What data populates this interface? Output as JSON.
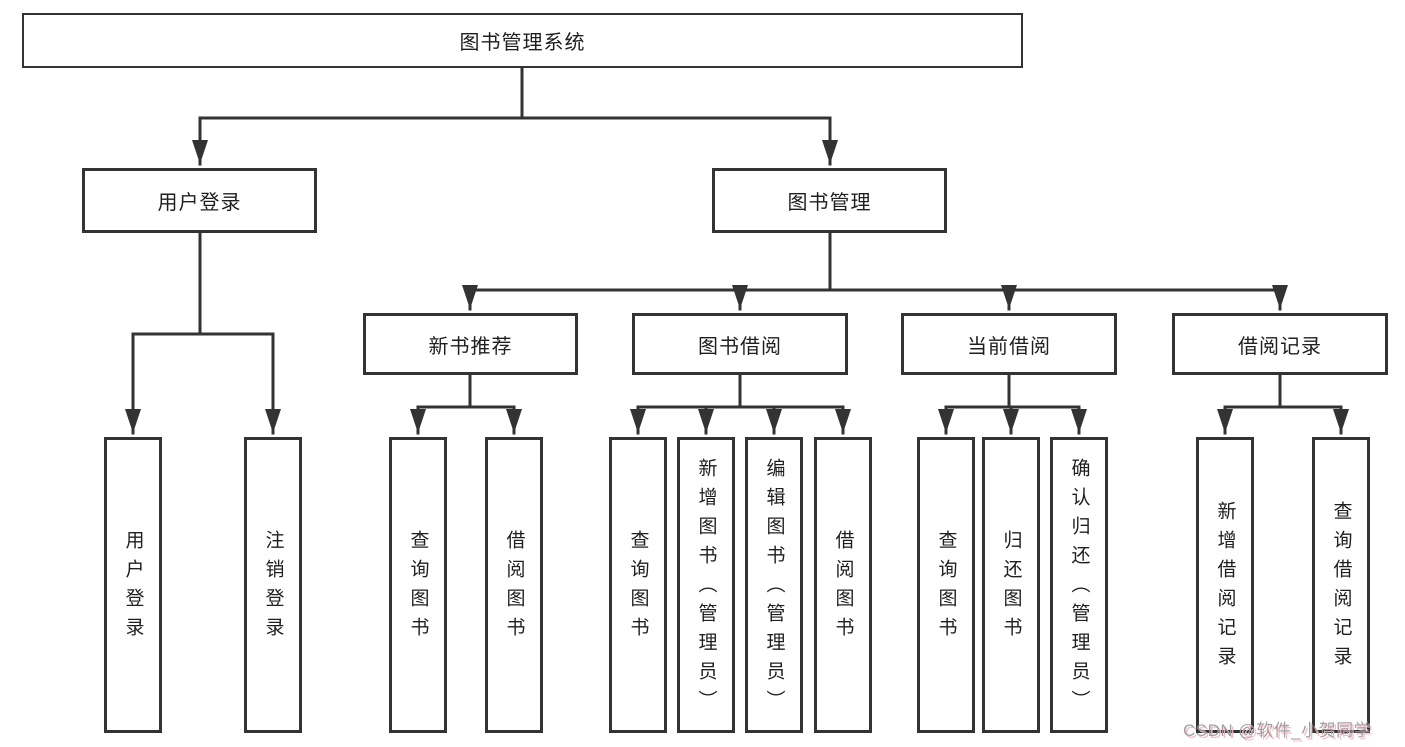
{
  "diagram": {
    "root": {
      "label": "图书管理系统"
    },
    "login": {
      "label": "用户登录",
      "children": [
        {
          "label": "用户登录"
        },
        {
          "label": "注销登录"
        }
      ]
    },
    "mgmt": {
      "label": "图书管理",
      "children": [
        {
          "label": "新书推荐",
          "children": [
            {
              "label": "查询图书"
            },
            {
              "label": "借阅图书"
            }
          ]
        },
        {
          "label": "图书借阅",
          "children": [
            {
              "label": "查询图书"
            },
            {
              "label": "新增图书（管理员）"
            },
            {
              "label": "编辑图书（管理员）"
            },
            {
              "label": "借阅图书"
            }
          ]
        },
        {
          "label": "当前借阅",
          "children": [
            {
              "label": "查询图书"
            },
            {
              "label": "归还图书"
            },
            {
              "label": "确认归还（管理员）"
            }
          ]
        },
        {
          "label": "借阅记录",
          "children": [
            {
              "label": "新增借阅记录"
            },
            {
              "label": "查询借阅记录"
            }
          ]
        }
      ]
    }
  },
  "watermark": {
    "text": "CSDN @软件_小贺同学"
  },
  "colors": {
    "line": "#333333",
    "text": "#1f1f1f",
    "background": "#ffffff",
    "watermark_text": "#9a9a9a",
    "watermark_shadow": "#f2b8c6"
  }
}
